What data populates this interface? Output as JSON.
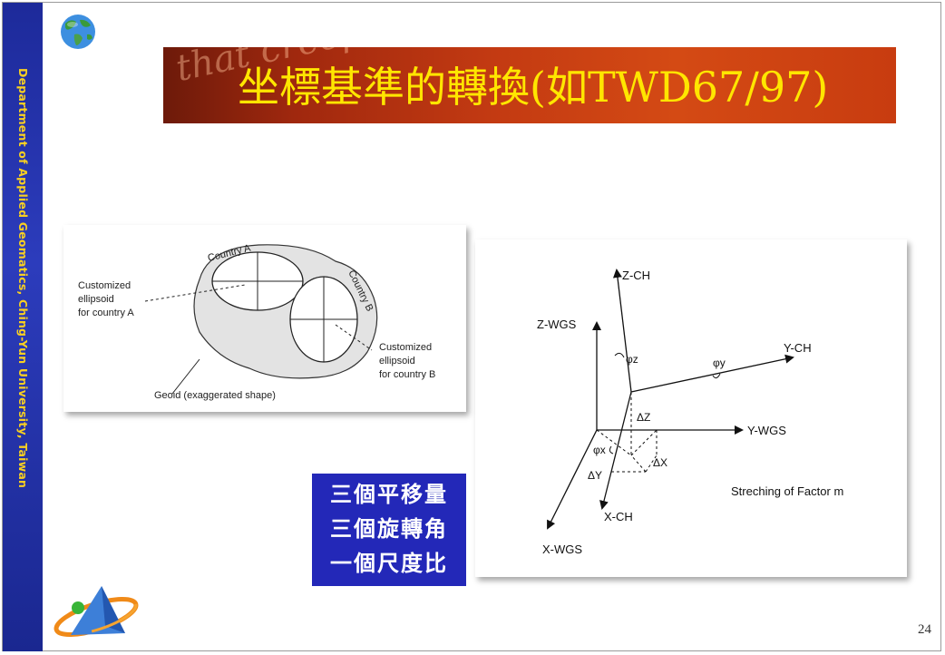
{
  "sidebar": {
    "text": "Department of Applied Geomatics, Ching-Yun University, Taiwan"
  },
  "title": {
    "background_text": "that creeps",
    "text": "坐標基準的轉換(如TWD67/97)"
  },
  "ellipsoid_diagram": {
    "country_a_label": "Country A",
    "country_b_label": "Country B",
    "customized_a_line1": "Customized",
    "customized_a_line2": "ellipsoid",
    "customized_a_line3": "for country A",
    "customized_b_line1": "Customized",
    "customized_b_line2": "ellipsoid",
    "customized_b_line3": "for country B",
    "geoid_label": "Geoid (exaggerated shape)"
  },
  "axes_diagram": {
    "z_ch": "Z-CH",
    "z_wgs": "Z-WGS",
    "y_ch": "Y-CH",
    "y_wgs": "Y-WGS",
    "x_ch": "X-CH",
    "x_wgs": "X-WGS",
    "phi_z": "φz",
    "phi_y": "φy",
    "phi_x": "φx",
    "delta_z": "ΔZ",
    "delta_x": "ΔX",
    "delta_y": "ΔY",
    "stretch_label": "Streching of Factor m"
  },
  "parameters_box": {
    "line1": "三個平移量",
    "line2": "三個旋轉角",
    "line3": "一個尺度比"
  },
  "page_number": "24",
  "colors": {
    "sidebar": "#2232a8",
    "sidebar_text": "#f7cf22",
    "title_text": "#ffe600",
    "banner": "#c33a12",
    "blue_box": "#2328b8"
  }
}
